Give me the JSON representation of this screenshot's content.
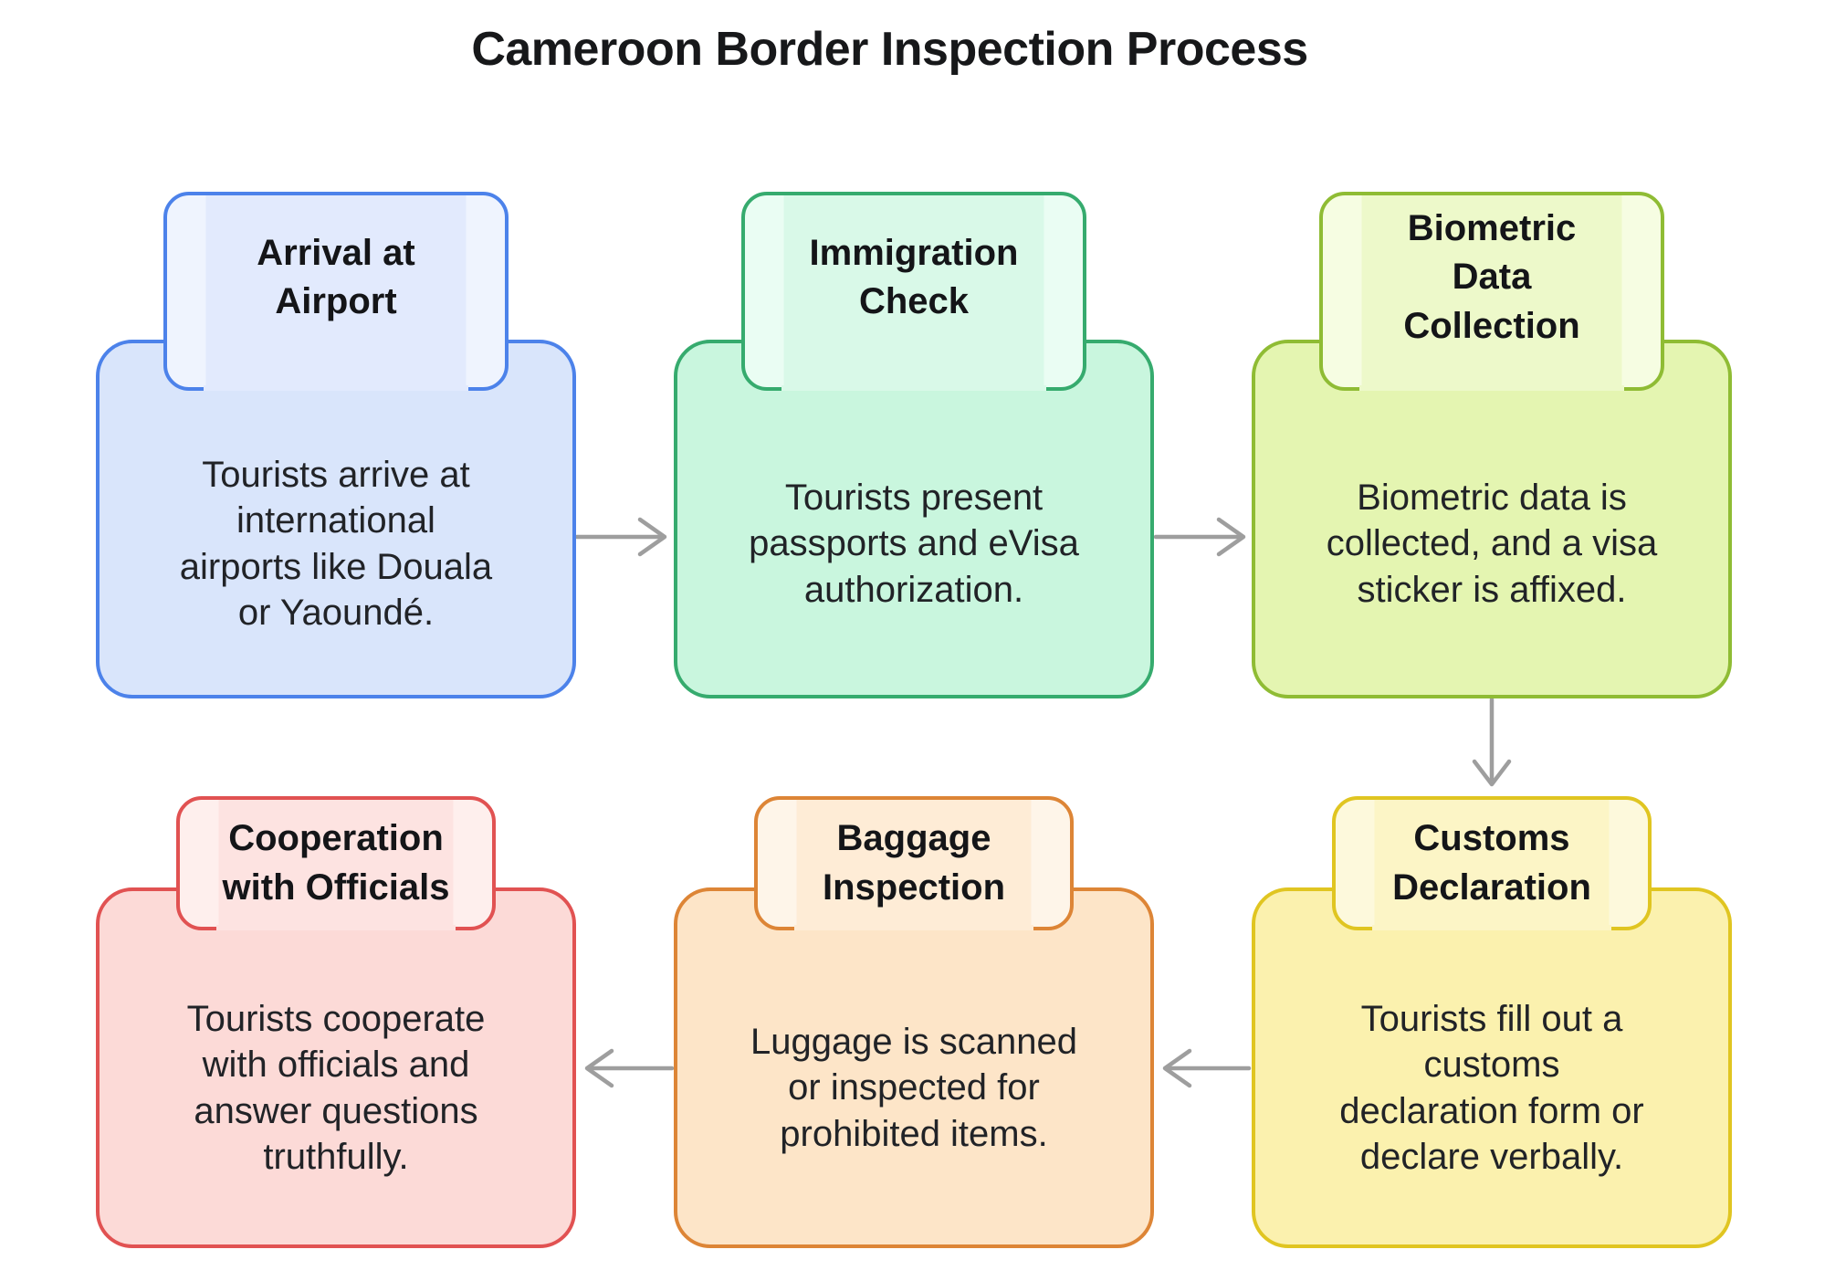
{
  "title": "Cameroon Border Inspection Process",
  "themes": {
    "blue": {
      "border": "#4c82ea",
      "fill": "#d9e5fb",
      "tab_center": "#e2eafd",
      "tab_edge": "#eff4fe"
    },
    "green": {
      "border": "#36ab6e",
      "fill": "#c9f6de",
      "tab_center": "#d9f9e8",
      "tab_edge": "#eafdf3"
    },
    "lime": {
      "border": "#8fbc34",
      "fill": "#e4f5b1",
      "tab_center": "#edf9ca",
      "tab_edge": "#f6fde2"
    },
    "yellow": {
      "border": "#e0c521",
      "fill": "#fbf1ae",
      "tab_center": "#fcf5c6",
      "tab_edge": "#fdf9dc"
    },
    "orange": {
      "border": "#dd8536",
      "fill": "#fde5c8",
      "tab_center": "#feecd6",
      "tab_edge": "#fef5e9"
    },
    "red": {
      "border": "#e15252",
      "fill": "#fcdad7",
      "tab_center": "#fde3e1",
      "tab_edge": "#feefed"
    }
  },
  "steps": [
    {
      "label": "Arrival at\nAirport",
      "description": "Tourists arrive at\ninternational\nairports like Douala\nor Yaoundé.",
      "theme": "blue"
    },
    {
      "label": "Immigration\nCheck",
      "description": "Tourists present\npassports and eVisa\nauthorization.",
      "theme": "green"
    },
    {
      "label": "Biometric\nData\nCollection",
      "description": "Biometric data is\ncollected, and a visa\nsticker is affixed.",
      "theme": "lime"
    },
    {
      "label": "Customs\nDeclaration",
      "description": "Tourists fill out a\ncustoms\ndeclaration form or\ndeclare verbally.",
      "theme": "yellow"
    },
    {
      "label": "Baggage\nInspection",
      "description": "Luggage is scanned\nor inspected for\nprohibited items.",
      "theme": "orange"
    },
    {
      "label": "Cooperation\nwith Officials",
      "description": "Tourists cooperate\nwith officials and\nanswer questions\ntruthfully.",
      "theme": "red"
    }
  ],
  "arrows": {
    "color": "#9e9e9e",
    "connections": [
      "arrival-to-immigration",
      "immigration-to-biometric",
      "biometric-to-customs",
      "customs-to-baggage",
      "baggage-to-cooperation"
    ]
  }
}
